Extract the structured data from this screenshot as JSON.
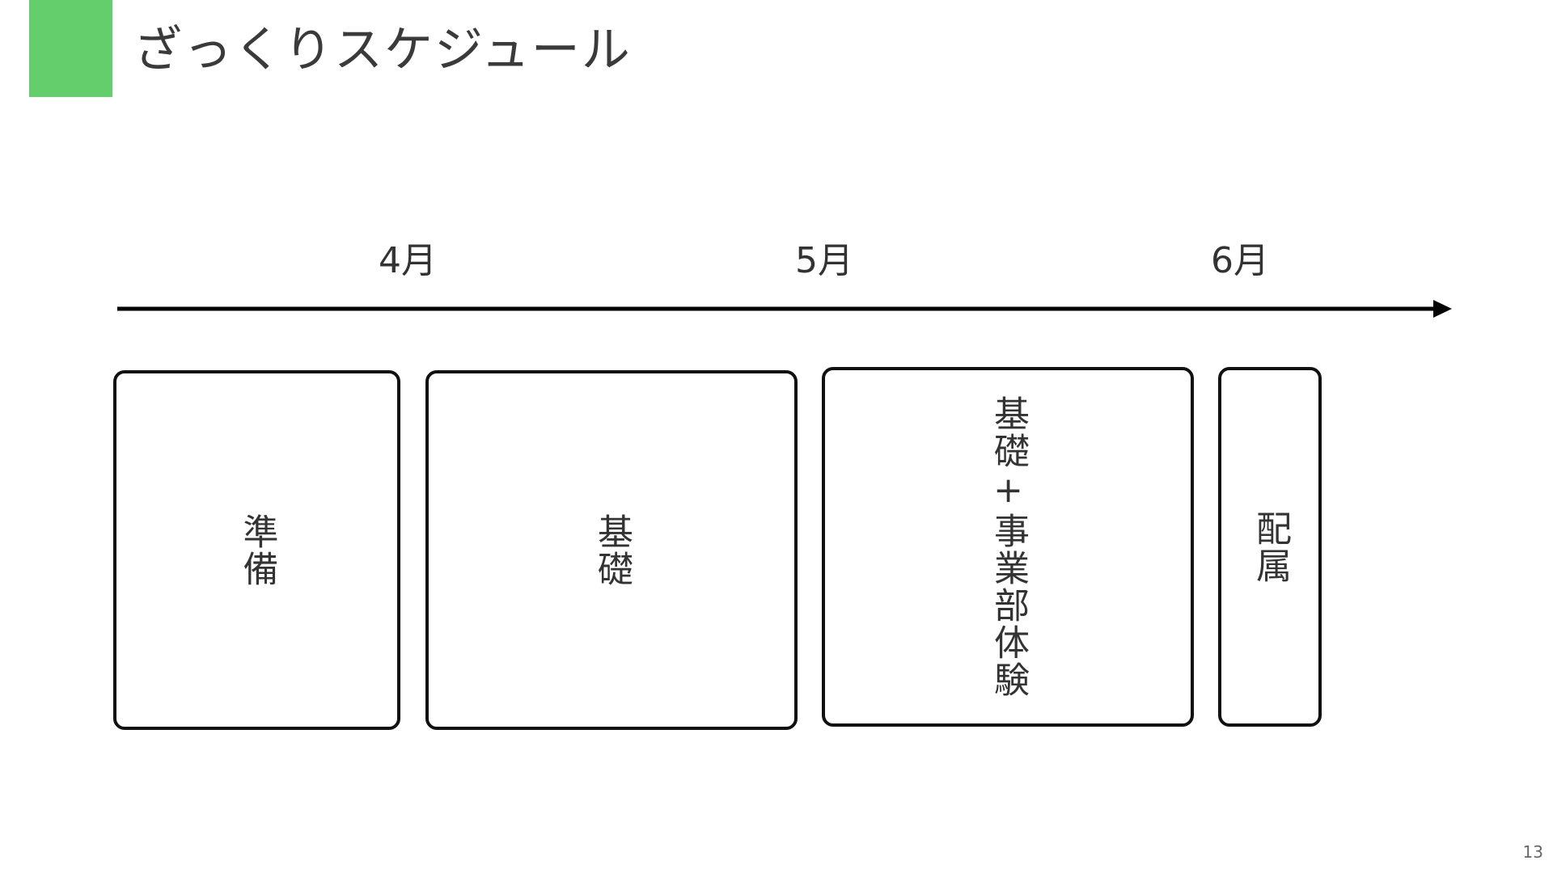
{
  "header": {
    "title": "ざっくりスケジュール",
    "accent_color": "#64cd6c"
  },
  "timeline": {
    "months": [
      "4月",
      "5月",
      "6月"
    ],
    "arrow_color": "#000000"
  },
  "phases": [
    {
      "label": "準備"
    },
    {
      "label": "基礎"
    },
    {
      "label": "基礎+事業部体験"
    },
    {
      "label": "配属"
    }
  ],
  "footer": {
    "page_number": "13"
  }
}
